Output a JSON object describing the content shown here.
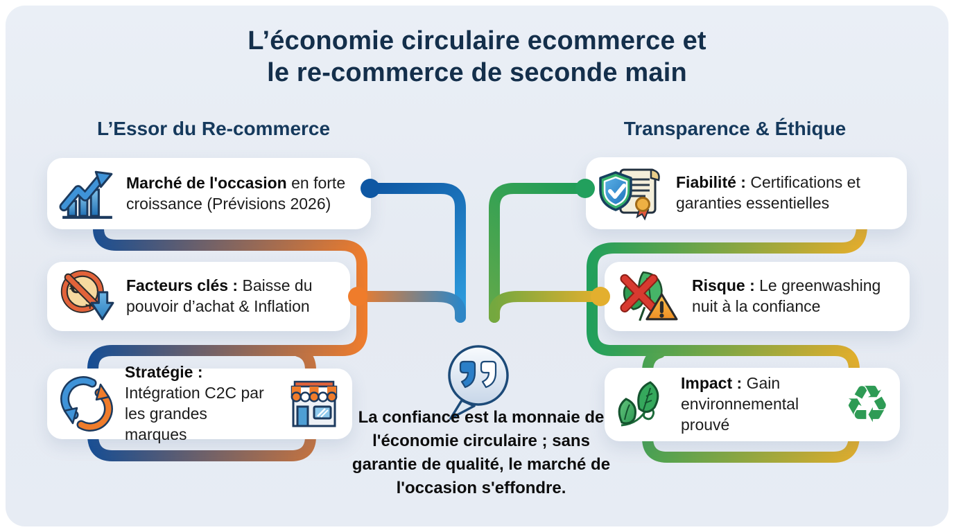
{
  "title": {
    "line1": "L’économie circulaire ecommerce et",
    "line2": "le re-commerce de seconde main"
  },
  "sections": {
    "left": {
      "heading": "L’Essor du Re-commerce"
    },
    "right": {
      "heading": "Transparence & Éthique"
    }
  },
  "cards": {
    "left": [
      {
        "icon": "growth-chart-icon",
        "bold": "Marché de l'occasion",
        "rest": " en forte croissance (Prévisions 2026)"
      },
      {
        "icon": "no-purchasing-power-icon",
        "bold": "Facteurs clés :",
        "rest": " Baisse du pouvoir d’achat & Inflation"
      },
      {
        "icon": "circular-exchange-icon",
        "icon_right": "storefront-icon",
        "bold": "Stratégie :",
        "rest": " Intégration C2C par les grandes marques"
      }
    ],
    "right": [
      {
        "icon": "certified-shield-icon",
        "bold": "Fiabilité :",
        "rest": " Certifications et garanties essentielles"
      },
      {
        "icon": "greenwashing-warning-icon",
        "bold": "Risque :",
        "rest": " Le greenwashing nuit à la confiance"
      },
      {
        "icon": "sprout-leaves-icon",
        "icon_right": "recycle-icon",
        "bold": "Impact :",
        "rest": " Gain environnemental prouvé"
      }
    ]
  },
  "quote": {
    "icon": "quote-bubble-icon",
    "text": "La confiance est la monnaie de l'économie circulaire ; sans garantie de qualité, le marché de l'occasion s'effondre."
  },
  "glyphs": {
    "recycle": "♻"
  },
  "colors": {
    "background": "#e7ecf4",
    "card": "#ffffff",
    "title_text": "#142f4b",
    "heading_text": "#15395c",
    "body_text": "#1c1c1c",
    "blue": "#0e57a3",
    "light_blue": "#2f9fe0",
    "orange": "#ef7c2b",
    "green": "#22a05d",
    "gold": "#e3af2e",
    "red": "#d83a30"
  }
}
